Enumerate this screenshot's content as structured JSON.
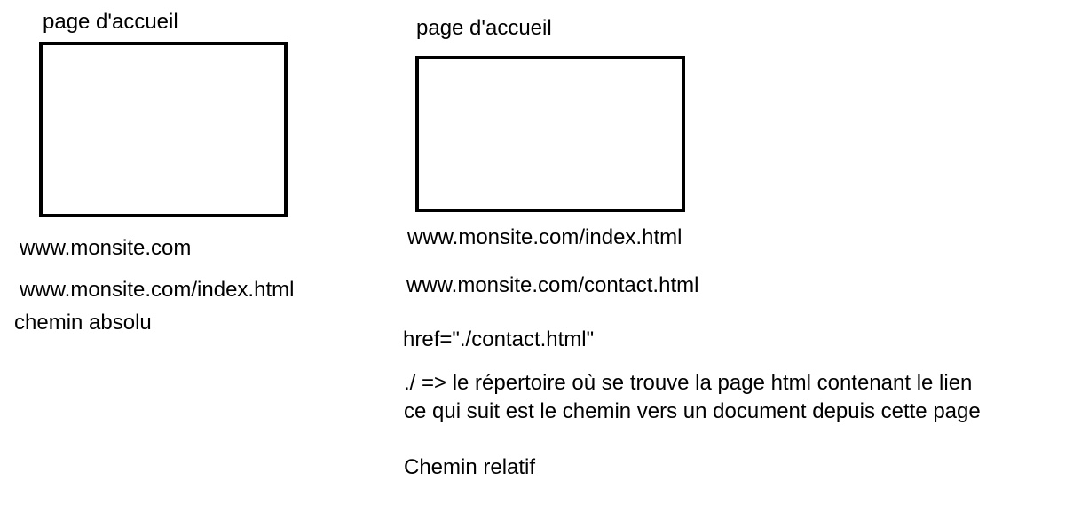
{
  "left": {
    "caption": "page d'accueil",
    "url_root": "www.monsite.com",
    "url_index": "www.monsite.com/index.html",
    "label": "chemin absolu"
  },
  "right": {
    "caption": "page d'accueil",
    "url_index": "www.monsite.com/index.html",
    "url_contact": "www.monsite.com/contact.html",
    "href": "href=\"./contact.html\"",
    "explanation_line1": "./  => le répertoire où se trouve la page html contenant le lien",
    "explanation_line2": "ce qui suit est le chemin vers un document depuis cette page",
    "label": "Chemin relatif"
  },
  "colors": {
    "ink": "#000000",
    "background": "#ffffff"
  }
}
